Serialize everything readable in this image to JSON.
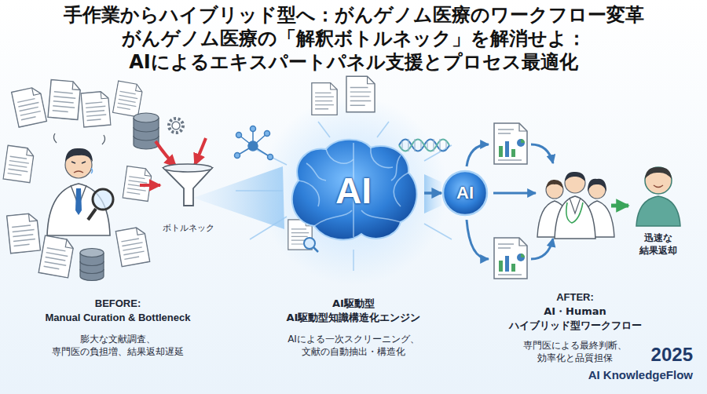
{
  "diagram": {
    "title": "手作業からハイブリッド型へ：がんゲノム医療のワークフロー変革",
    "nodes": [
      {
        "text": [
          "AI"
        ]
      },
      {
        "text": [
          "AI"
        ]
      },
      {
        "text": [
          "迅速な 結果返却"
        ]
      }
    ],
    "edges": [
      {
        "from": 0,
        "to": 1,
        "arrow": "to"
      }
    ],
    "labels": [
      "がんゲノム医療の「解釈ボトルネック」を解消せよ：",
      "AIによるエキスパートパネル支援とプロセス最適化",
      "ボトルネック",
      "BEFORE:",
      "Manual Curation & Bottleneck",
      "膨大な文献調査、 専門医の負担増、結果返却遅延",
      "AI駆動型",
      "AI駆動型知識構造化エンジン",
      "AIによる一次スクリーニング、 文献の自動抽出・構造化",
      "AFTER:",
      "AI・Human ハイブリッド型ワークフロー",
      "専門医による最終判断、 効率化と品質担保",
      "2025",
      "AI KnowledgeFlow"
    ]
  }
}
